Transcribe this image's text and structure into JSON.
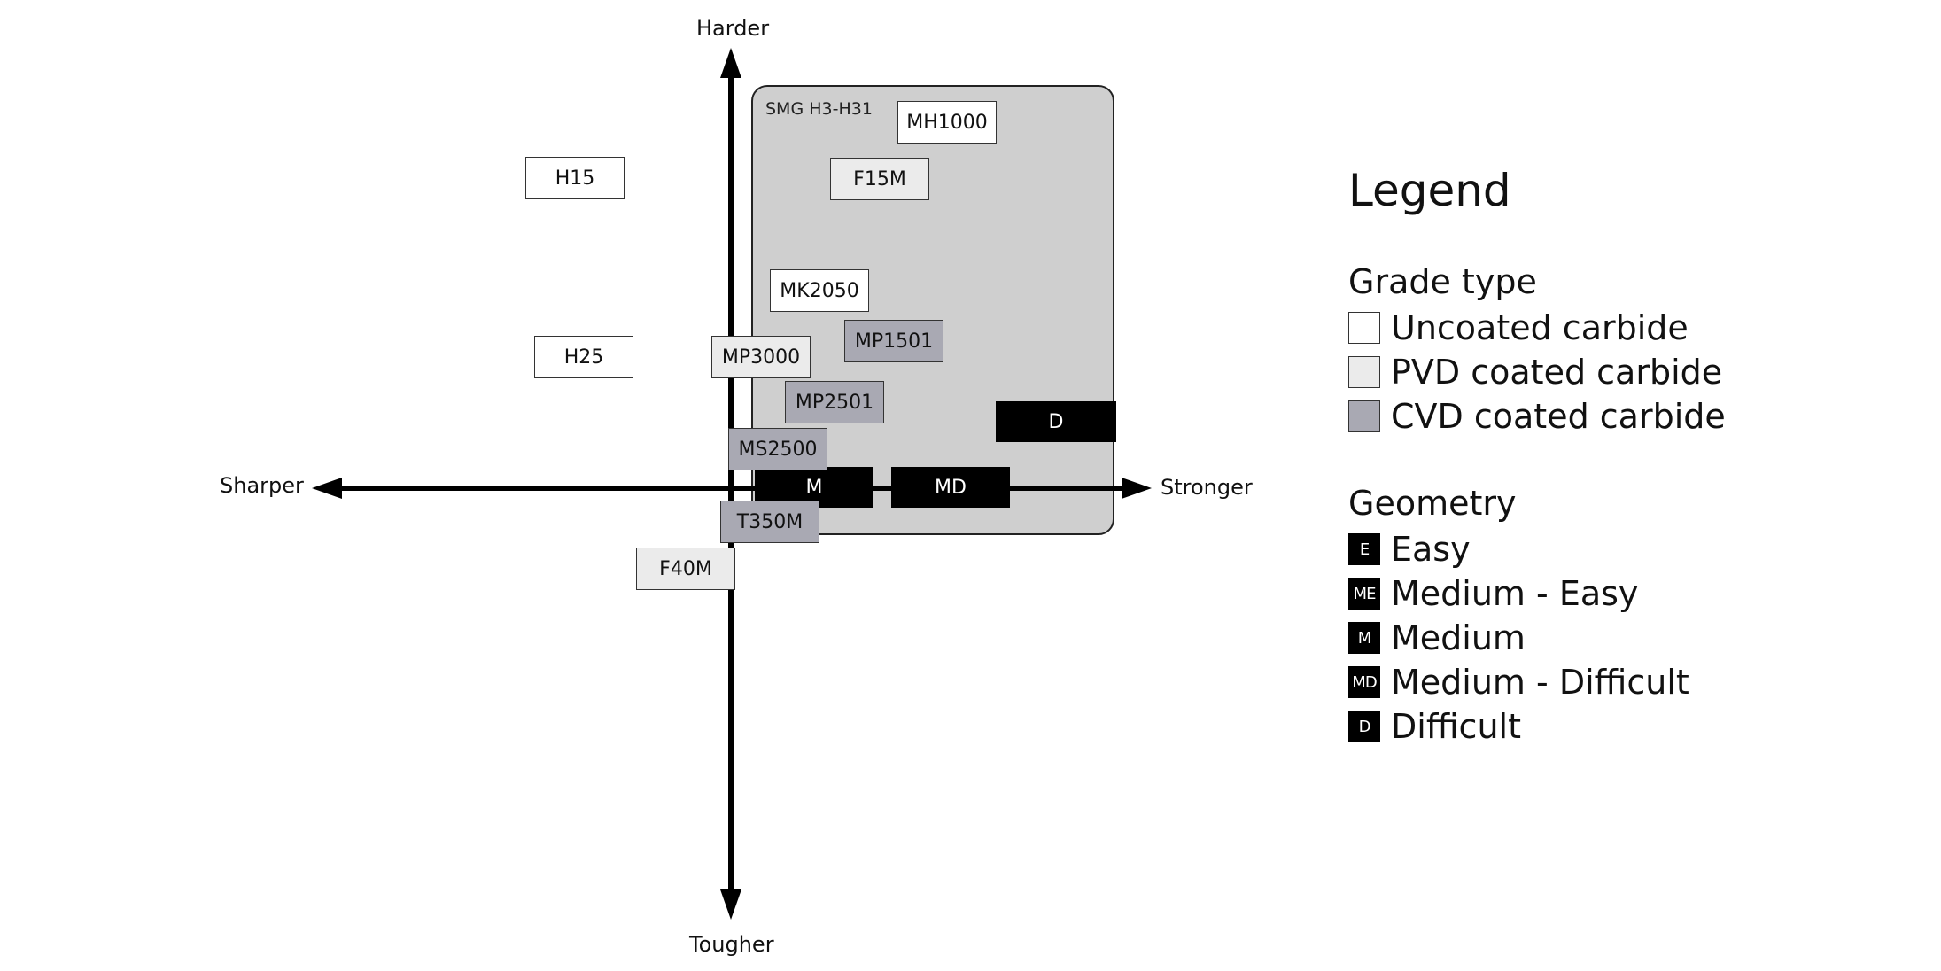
{
  "axes": {
    "top": "Harder",
    "bottom": "Tougher",
    "left": "Sharper",
    "right": "Stronger"
  },
  "region": {
    "label": "SMG H3-H31"
  },
  "grades": [
    {
      "label": "MH1000",
      "type": "uncoated"
    },
    {
      "label": "H15",
      "type": "uncoated"
    },
    {
      "label": "F15M",
      "type": "pvd"
    },
    {
      "label": "MK2050",
      "type": "uncoated"
    },
    {
      "label": "H25",
      "type": "uncoated"
    },
    {
      "label": "MP3000",
      "type": "pvd"
    },
    {
      "label": "MP1501",
      "type": "cvd"
    },
    {
      "label": "MP2501",
      "type": "cvd"
    },
    {
      "label": "MS2500",
      "type": "cvd"
    },
    {
      "label": "T350M",
      "type": "cvd"
    },
    {
      "label": "F40M",
      "type": "pvd"
    }
  ],
  "geometry_markers": [
    {
      "label": "M"
    },
    {
      "label": "MD"
    },
    {
      "label": "D"
    }
  ],
  "legend": {
    "title": "Legend",
    "grade_type_heading": "Grade type",
    "grade_types": [
      {
        "label": "Uncoated carbide",
        "color": "#ffffff"
      },
      {
        "label": "PVD coated carbide",
        "color": "#ebebeb"
      },
      {
        "label": "CVD coated carbide",
        "color": "#a9a9b3"
      }
    ],
    "geometry_heading": "Geometry",
    "geometry": [
      {
        "code": "E",
        "label": "Easy"
      },
      {
        "code": "ME",
        "label": "Medium - Easy"
      },
      {
        "code": "M",
        "label": "Medium"
      },
      {
        "code": "MD",
        "label": "Medium - Difficult"
      },
      {
        "code": "D",
        "label": "Difficult"
      }
    ]
  },
  "colors": {
    "uncoated": "#ffffff",
    "pvd": "#ebebeb",
    "cvd": "#a9a9b3",
    "region": "#cfcfcf",
    "geometry": "#000000"
  }
}
